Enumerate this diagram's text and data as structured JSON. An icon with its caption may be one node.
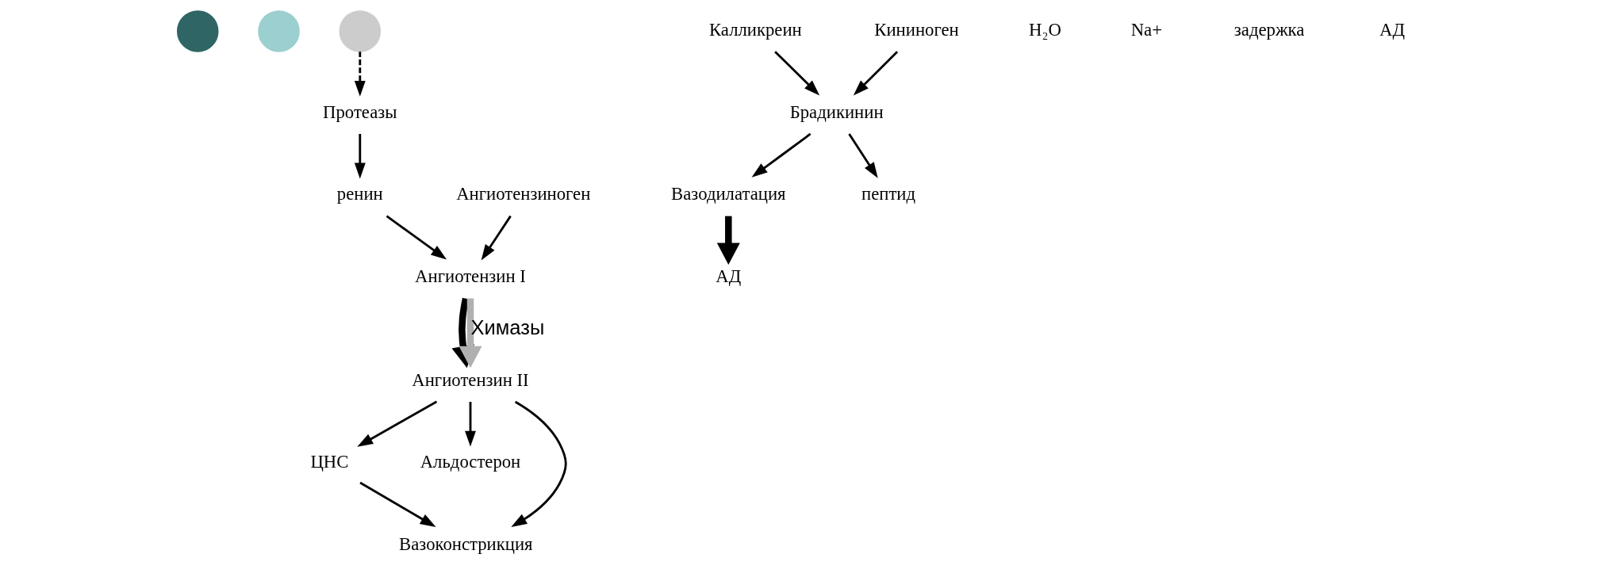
{
  "diagram": {
    "nodes": [
      {
        "text": [],
        "shape": "circle"
      },
      {
        "text": [],
        "shape": "circle"
      },
      {
        "text": [],
        "shape": "circle"
      },
      {
        "text": [
          "Протеазы"
        ]
      },
      {
        "text": [
          "ренин"
        ]
      },
      {
        "text": [
          "Ангиотензиноген"
        ]
      },
      {
        "text": [
          "Ангиотензин I"
        ]
      },
      {
        "text": [
          "Ангиотензин II"
        ]
      },
      {
        "text": [
          "ЦНС"
        ]
      },
      {
        "text": [
          "Альдостерон"
        ]
      },
      {
        "text": [
          "Вазоконстрикция"
        ]
      },
      {
        "text": [
          "Вазодилатация"
        ]
      },
      {
        "text": [
          "АД"
        ]
      },
      {
        "text": [
          "пептид"
        ]
      },
      {
        "text": [
          "Брадикинин"
        ]
      },
      {
        "text": [
          "Калликреин"
        ]
      },
      {
        "text": [
          "Кининоген"
        ]
      }
    ],
    "edges": [
      {
        "from": 2,
        "to": 3,
        "arrow": "to",
        "style": "dashed"
      },
      {
        "from": 3,
        "to": 4,
        "arrow": "to"
      },
      {
        "from": 4,
        "to": 6,
        "arrow": "to"
      },
      {
        "from": 5,
        "to": 6,
        "arrow": "to"
      },
      {
        "from": 6,
        "to": 7,
        "arrow": "to",
        "style": "thick"
      },
      {
        "from": 6,
        "to": 7,
        "arrow": "to",
        "style": "thick",
        "color": "#b0b0b0",
        "label": "Химазы"
      },
      {
        "from": 7,
        "to": 9,
        "arrow": "to"
      },
      {
        "from": 7,
        "to": 8,
        "arrow": "to"
      },
      {
        "from": 8,
        "to": 10,
        "arrow": "to"
      },
      {
        "from": 7,
        "to": 10,
        "arrow": "to"
      },
      {
        "from": 11,
        "to": 12,
        "arrow": "to",
        "style": "thick"
      },
      {
        "from": 14,
        "to": 11,
        "arrow": "to"
      },
      {
        "from": 14,
        "to": 13,
        "arrow": "to"
      },
      {
        "from": 16,
        "to": 14,
        "arrow": "to"
      },
      {
        "from": 15,
        "to": 14,
        "arrow": "to"
      }
    ],
    "labels": [
      "H₂O",
      "Na+",
      "задержка",
      "АД"
    ]
  }
}
